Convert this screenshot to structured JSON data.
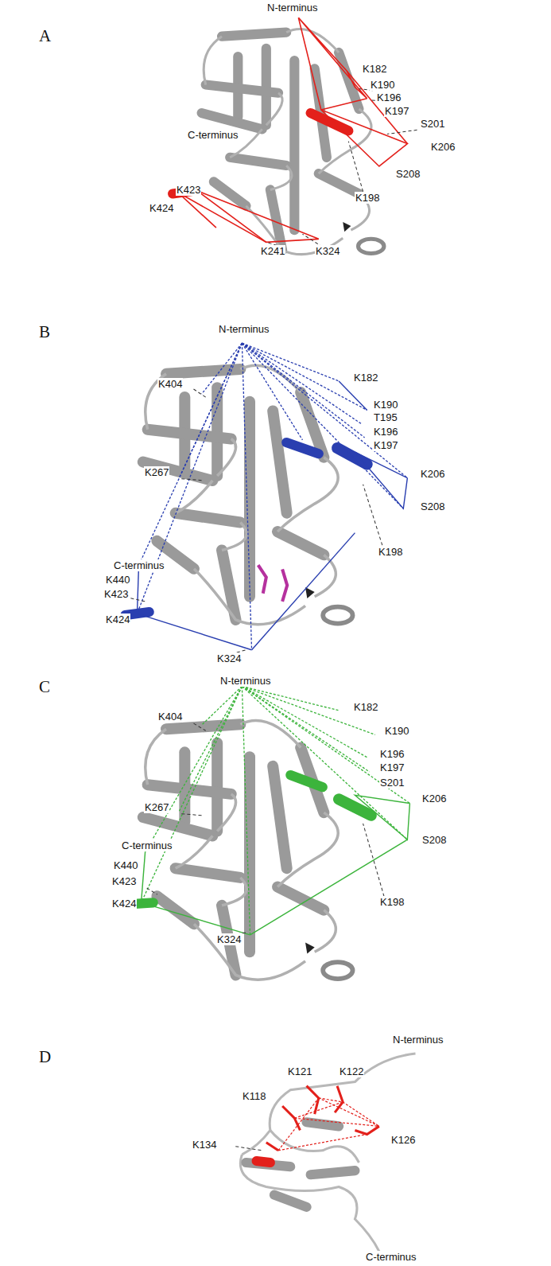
{
  "diagram": {
    "labels": [
      "A",
      "N-terminus",
      "K182",
      "K190",
      "K196",
      "K197",
      "S201",
      "K206",
      "S208",
      "K198",
      "C-terminus",
      "K423",
      "K424",
      "K241",
      "K324",
      "B",
      "N-terminus",
      "K404",
      "K182",
      "K190",
      "T195",
      "K196",
      "K197",
      "K206",
      "S208",
      "K198",
      "K267",
      "C-terminus",
      "K440",
      "K423",
      "K424",
      "K324",
      "C",
      "N-terminus",
      "K404",
      "K182",
      "K190",
      "K196",
      "K197",
      "S201",
      "K206",
      "S208",
      "K198",
      "K267",
      "C-terminus",
      "K440",
      "K423",
      "K424",
      "K324",
      "D",
      "N-terminus",
      "K121",
      "K122",
      "K118",
      "K126",
      "K134",
      "C-terminus"
    ]
  }
}
